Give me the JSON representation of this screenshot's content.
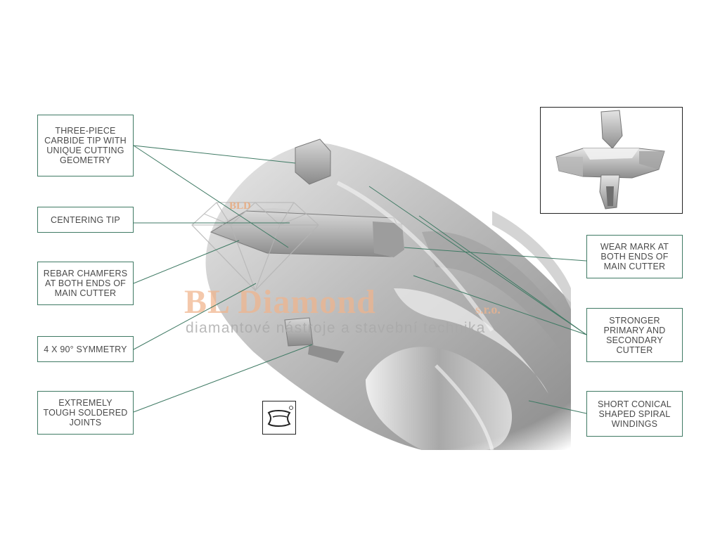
{
  "labels_left": [
    {
      "id": "three-piece-carbide-tip",
      "text": "THREE-PIECE\nCARBIDE TIP WITH\nUNIQUE CUTTING\nGEOMETRY"
    },
    {
      "id": "centering-tip",
      "text": "CENTERING TIP"
    },
    {
      "id": "rebar-chamfers",
      "text": "REBAR CHAMFERS\nAT BOTH ENDS OF\nMAIN CUTTER"
    },
    {
      "id": "symmetry",
      "text": "4 X 90° SYMMETRY"
    },
    {
      "id": "soldered-joints",
      "text": "EXTREMELY\nTOUGH SOLDERED\nJOINTS"
    }
  ],
  "labels_right": [
    {
      "id": "wear-mark",
      "text": "WEAR MARK AT\nBOTH ENDS OF\nMAIN CUTTER"
    },
    {
      "id": "stronger-cutter",
      "text": "STRONGER\nPRIMARY AND\nSECONDARY\nCUTTER"
    },
    {
      "id": "spiral-windings",
      "text": "SHORT CONICAL\nSHAPED SPIRAL\nWINDINGS"
    }
  ],
  "watermark": {
    "logo_text": "BLD",
    "brand": "BL Diamond",
    "suffix": "s.r.o.",
    "tagline": "diamantové nástroje a stavební technika"
  },
  "colors": {
    "leader_line": "#3f7a64",
    "label_border": "#3f7a64",
    "label_text": "#4a4a4a",
    "watermark_orange": "#f0b48c",
    "steel": "#b8b8b8"
  },
  "icons": {
    "shank_symbol": "sds-plus-shank-icon",
    "inset_image": "drill-head-crosscut-photo"
  }
}
